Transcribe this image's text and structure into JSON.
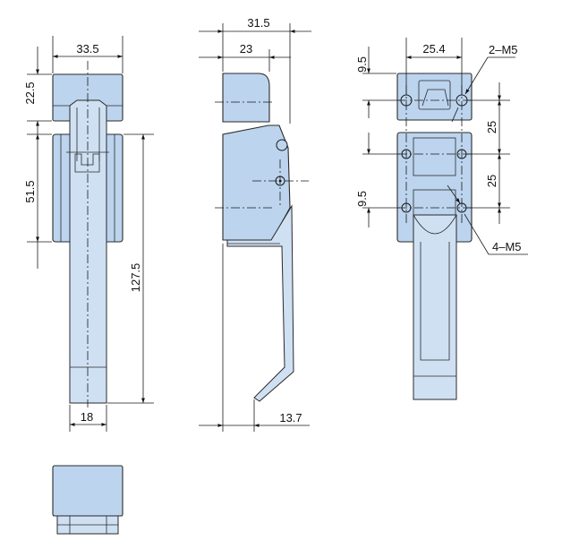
{
  "dimensions": {
    "front_width": "33.5",
    "front_cap_height": "22.5",
    "front_base_height": "51.5",
    "overall_length": "127.5",
    "handle_width": "18",
    "side_total_depth": "31.5",
    "side_body_depth": "23",
    "handle_tip_offset": "13.7",
    "hole_spacing_width": "25.4",
    "hole_offset_top": "9.5",
    "hole_pitch_upper": "25",
    "hole_pitch_lower": "25",
    "hole_offset_mid": "9.5"
  },
  "callouts": {
    "upper_holes": "2–M5",
    "lower_holes": "4–M5"
  }
}
